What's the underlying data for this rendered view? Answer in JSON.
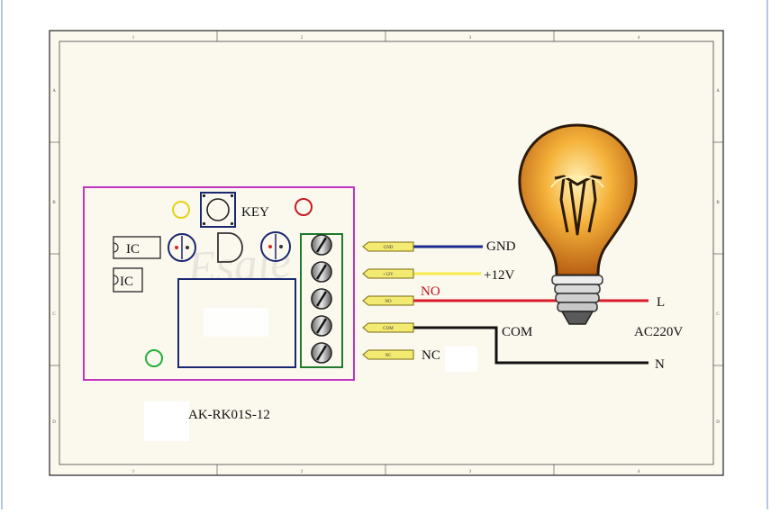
{
  "sheet": {
    "columns": [
      "1",
      "2",
      "3",
      "4"
    ],
    "rows": [
      "A",
      "B",
      "C",
      "D"
    ]
  },
  "board": {
    "key_label": "KEY",
    "ic_label_1": "IC",
    "ic_label_2": "IC",
    "model": "AK-RK01S-12",
    "watermark": "Esale",
    "border_color": "#c233c0",
    "terminal_color": "#1f7a2c"
  },
  "pins": [
    {
      "label": "GND",
      "tag": "GND",
      "wire_color": "#1b2a8c"
    },
    {
      "label": "+12V",
      "tag": "+12V",
      "wire_color": "#f6ea4a"
    },
    {
      "label": "NO",
      "tag": "NO",
      "wire_color": "#d81b28"
    },
    {
      "label": "COM",
      "tag": "COM",
      "wire_color": "#111111"
    },
    {
      "label": "NC",
      "tag": "NC",
      "wire_color": "#111111"
    }
  ],
  "load": {
    "line_label": "L",
    "neutral_label": "N",
    "supply_label": "AC220V",
    "bulb_color": "#f2a12a"
  }
}
